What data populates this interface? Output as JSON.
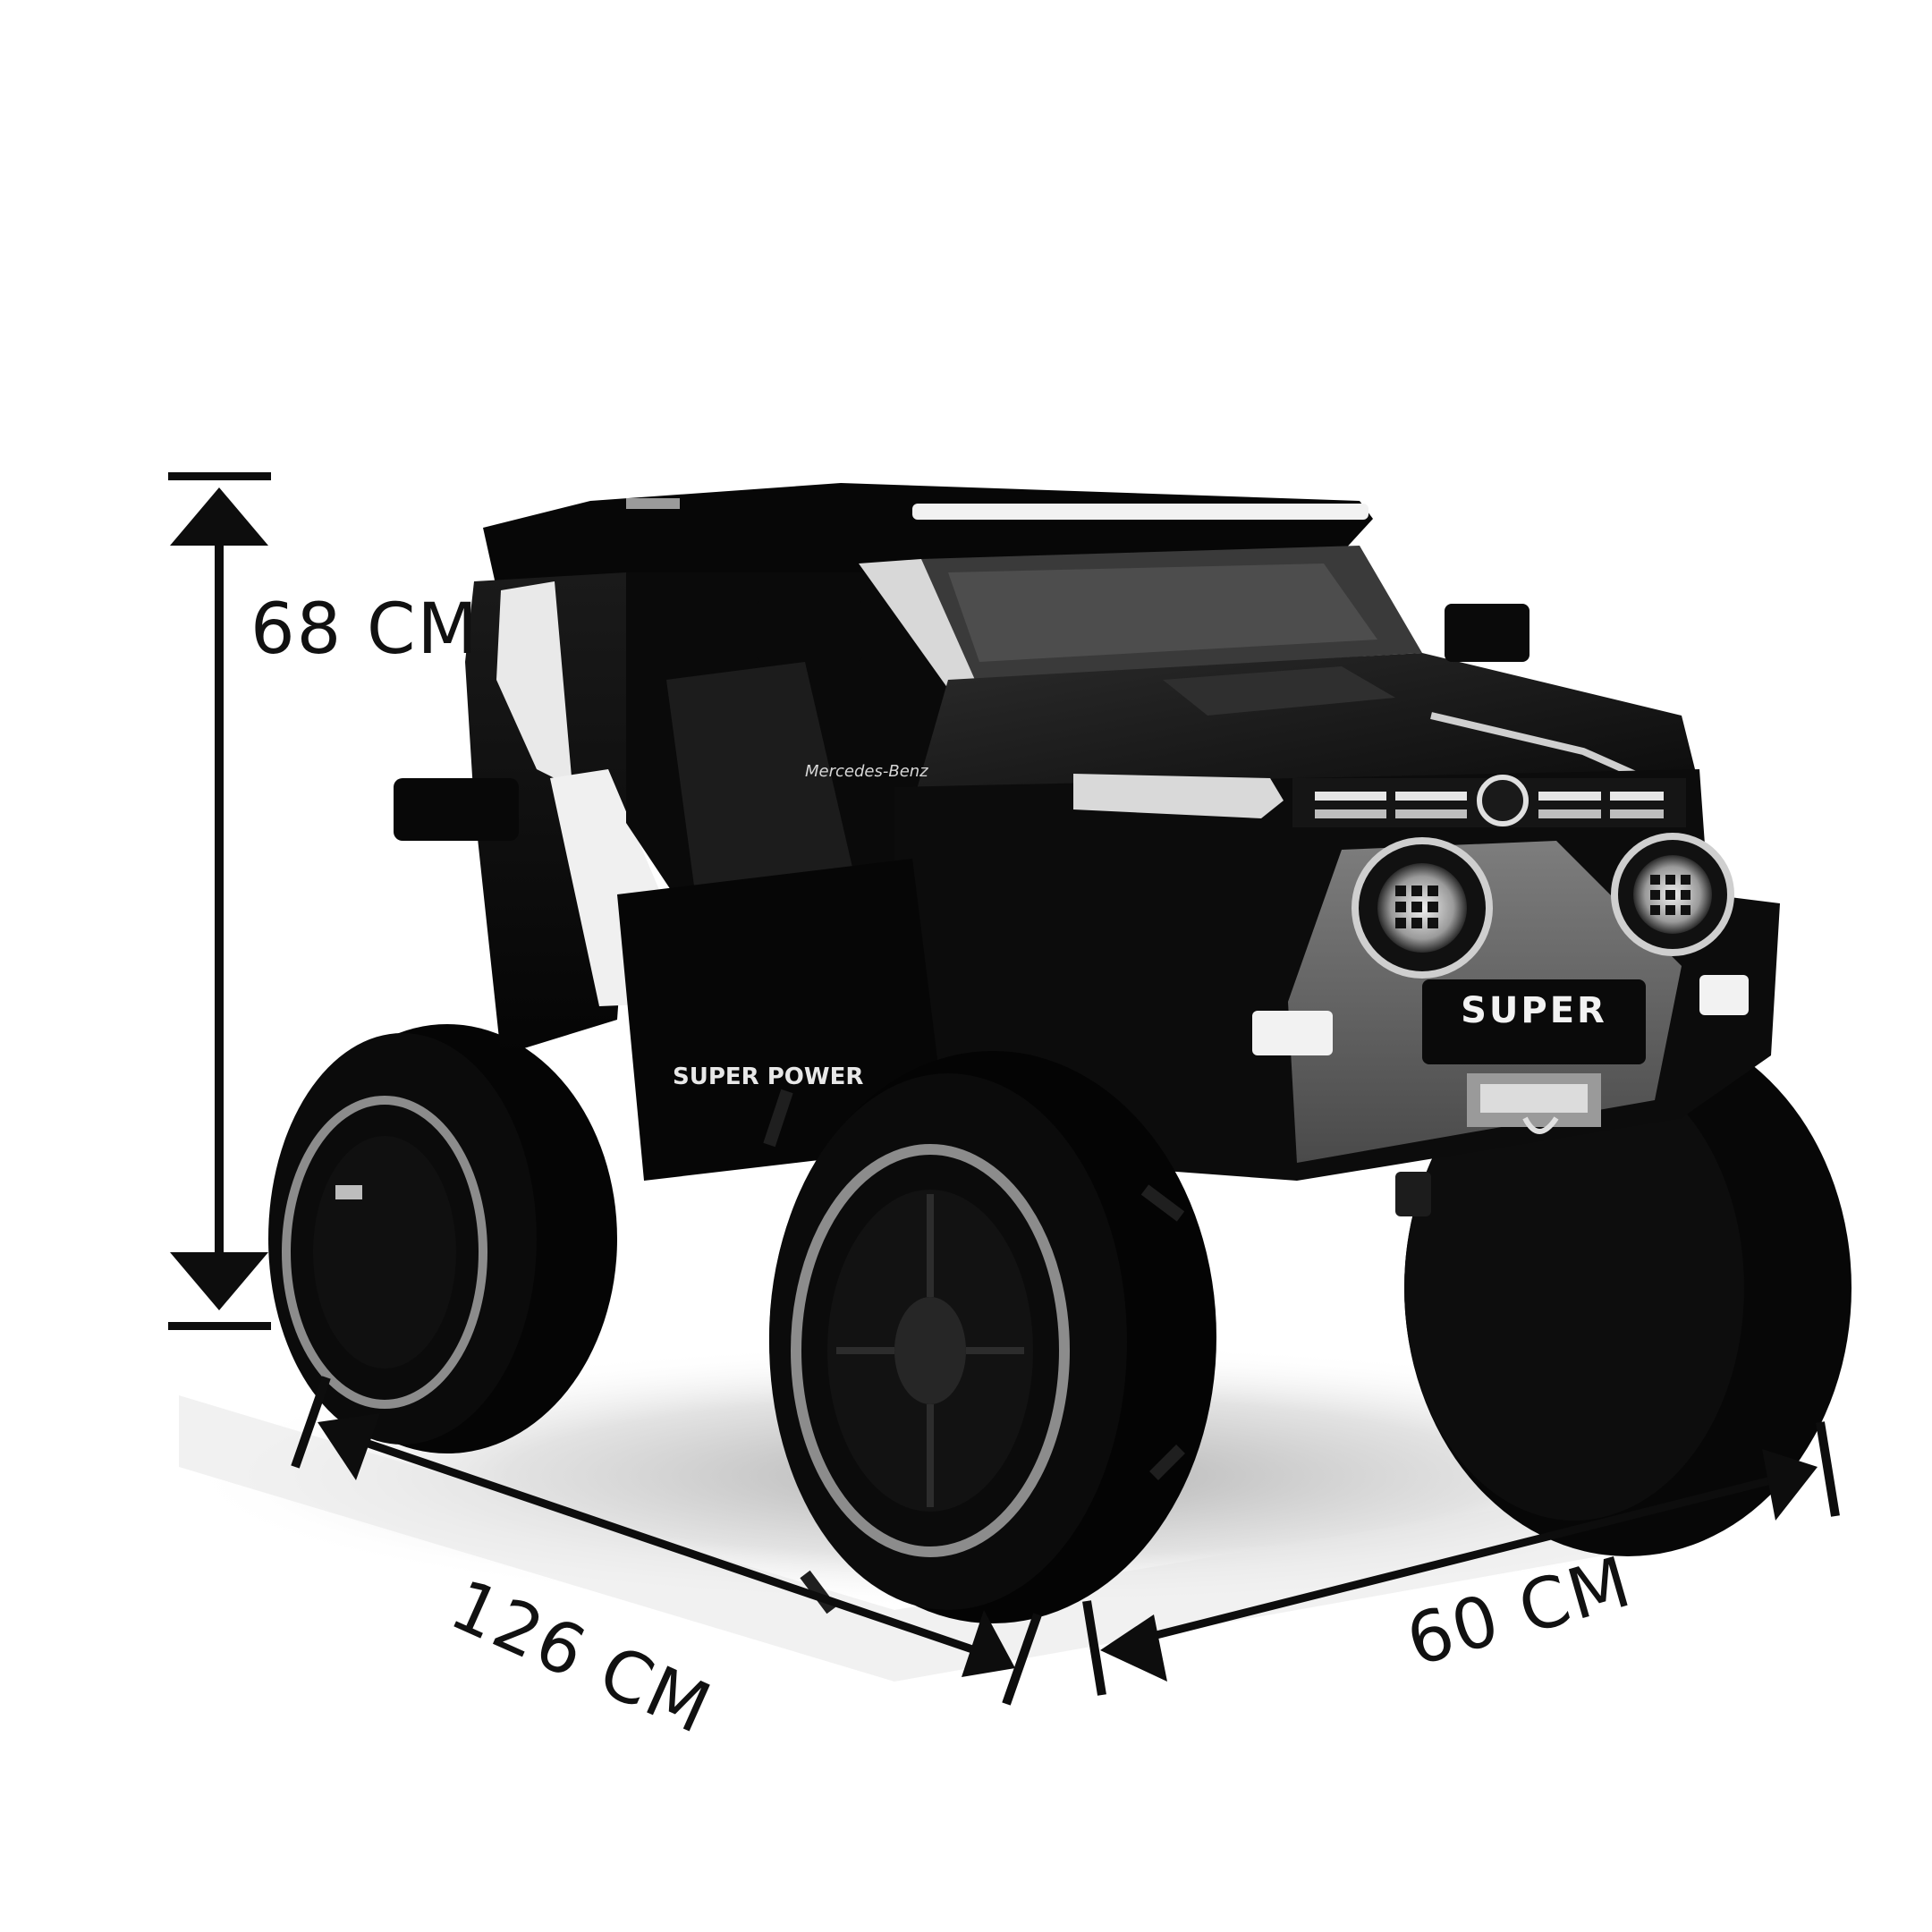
{
  "dimensions": {
    "height": "68 CM",
    "length": "126 CM",
    "width": "60 CM"
  },
  "vehicle": {
    "bumper_badge": "SUPER",
    "side_decal": "SUPER POWER",
    "door_script": "Mercedes-Benz"
  },
  "colors": {
    "body": "#080808",
    "highlight": "#f2f2f2",
    "mid_gray": "#7a7a7a",
    "tire_ring": "#8c8c8c",
    "shadow": "#d9d9d9",
    "dimension_lines": "#0d0d0d"
  }
}
